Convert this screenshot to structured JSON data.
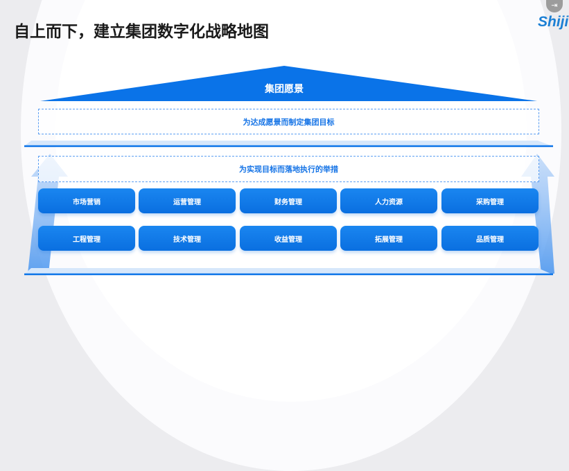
{
  "title": "自上而下，建立集团数字化战略地图",
  "logo": "Shiji",
  "vision": "集团愿景",
  "goals": "为达成愿景而制定集团目标",
  "actions": "为实现目标而落地执行的举措",
  "modules": [
    [
      "市场营销",
      "运营管理",
      "财务管理",
      "人力资源",
      "采购管理"
    ],
    [
      "工程管理",
      "技术管理",
      "收益管理",
      "拓展管理",
      "品质管理"
    ]
  ],
  "colors": {
    "primary": "#0a73e8",
    "arrow": "#8cbcf5"
  }
}
